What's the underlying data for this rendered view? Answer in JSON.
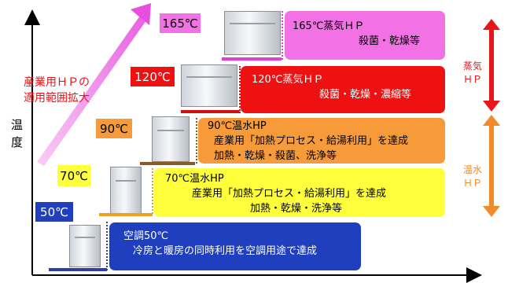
{
  "axis": {
    "y_label": "温度"
  },
  "trend": {
    "label": "産業用ＨＰの\n適用範囲拡大"
  },
  "levels": [
    {
      "temp": "50℃",
      "title": "空調50℃",
      "desc": "冷房と暖房の同時利用を空調用途で達成",
      "colors": {
        "box": "#1f3fbf",
        "temp_bg": "#1f3fbf",
        "temp_text": "#ffffff",
        "text": "#ffffff",
        "line": "#2a3fa8"
      }
    },
    {
      "temp": "70℃",
      "title": "70℃温水HP",
      "desc": "産業用「加熱プロセス・給湯利用」を達成",
      "desc2": "加熱・乾燥・洗浄等",
      "colors": {
        "box": "#ffff3b",
        "temp_bg": "#ffff3b",
        "temp_text": "#000000",
        "text": "#000000",
        "line": "#f0a020"
      }
    },
    {
      "temp": "90℃",
      "title": "90℃温水HP",
      "desc": "産業用「加熱プロセス・給湯利用」を達成",
      "desc2": "加熱・乾燥・殺菌、洗浄等",
      "colors": {
        "box": "#f79a3a",
        "temp_bg": "#f79a3a",
        "temp_text": "#000000",
        "text": "#000000",
        "line": "#8a5a20"
      }
    },
    {
      "temp": "120℃",
      "title": "120℃蒸気ＨＰ",
      "desc": "殺菌・乾燥・濃縮等",
      "colors": {
        "box": "#ee1111",
        "temp_bg": "#ee1111",
        "temp_text": "#ffffff",
        "text": "#ffffff",
        "line": "#d01010"
      }
    },
    {
      "temp": "165℃",
      "title": "165℃蒸気ＨＰ",
      "desc": "殺菌・乾燥等",
      "colors": {
        "box": "#f272e6",
        "temp_bg": "#f272e6",
        "temp_text": "#000000",
        "text": "#000000",
        "line": "#e040d0"
      }
    }
  ],
  "ranges": {
    "steam": {
      "label": "蒸気\nＨＰ",
      "color": "#e8161b"
    },
    "hot_water": {
      "label": "温水\nＨＰ",
      "color": "#f28a2a"
    }
  }
}
